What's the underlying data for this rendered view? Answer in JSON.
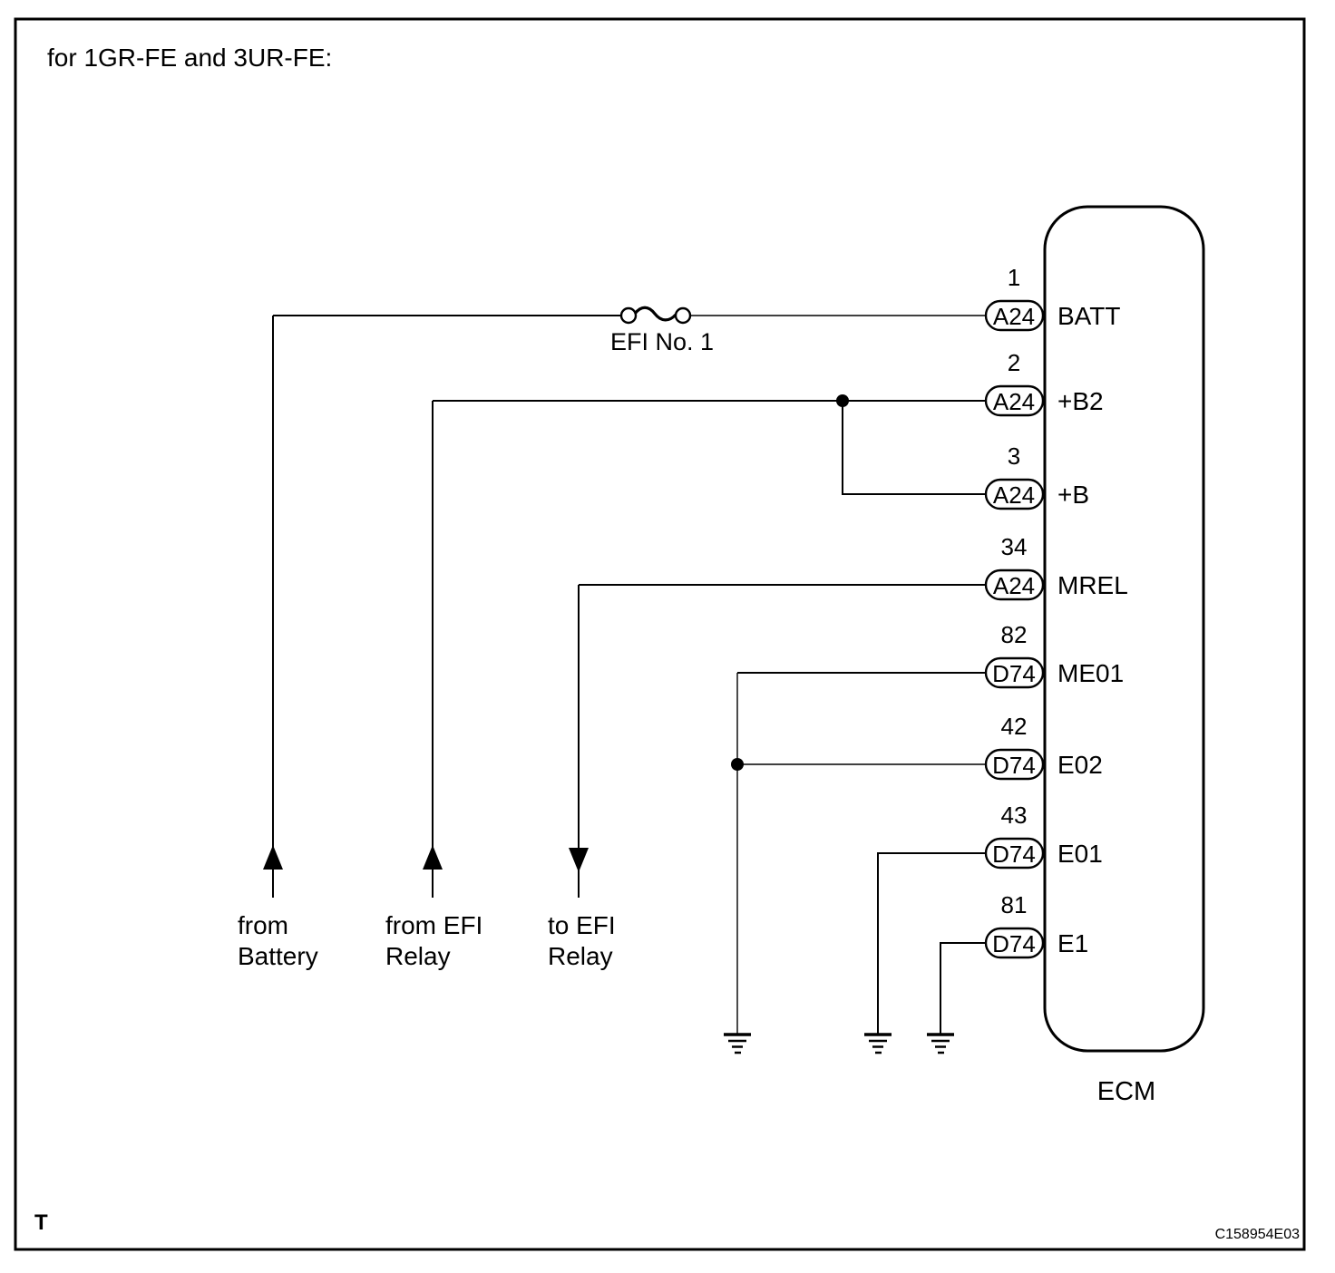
{
  "colors": {
    "ink": "#000000",
    "paper": "#ffffff"
  },
  "header": {
    "title": "for 1GR-FE and 3UR-FE:"
  },
  "diagram": {
    "ecm_label": "ECM",
    "fuse": {
      "label": "EFI No. 1",
      "icon": "fuse-icon"
    },
    "pins": [
      {
        "number": "1",
        "connector": "A24",
        "name": "BATT"
      },
      {
        "number": "2",
        "connector": "A24",
        "name": "+B2"
      },
      {
        "number": "3",
        "connector": "A24",
        "name": "+B"
      },
      {
        "number": "34",
        "connector": "A24",
        "name": "MREL"
      },
      {
        "number": "82",
        "connector": "D74",
        "name": "ME01"
      },
      {
        "number": "42",
        "connector": "D74",
        "name": "E02"
      },
      {
        "number": "43",
        "connector": "D74",
        "name": "E01"
      },
      {
        "number": "81",
        "connector": "D74",
        "name": "E1"
      }
    ],
    "sources": [
      {
        "line1": "from",
        "line2": "Battery",
        "direction": "up",
        "icon": "arrow-up-icon"
      },
      {
        "line1": "from EFI",
        "line2": "Relay",
        "direction": "up",
        "icon": "arrow-up-icon"
      },
      {
        "line1": "to EFI",
        "line2": "Relay",
        "direction": "down",
        "icon": "arrow-down-icon"
      }
    ],
    "ground_icon": "ground-icon",
    "ground_count": 3
  },
  "footer": {
    "page_marker": "T",
    "figure_code": "C158954E03"
  }
}
